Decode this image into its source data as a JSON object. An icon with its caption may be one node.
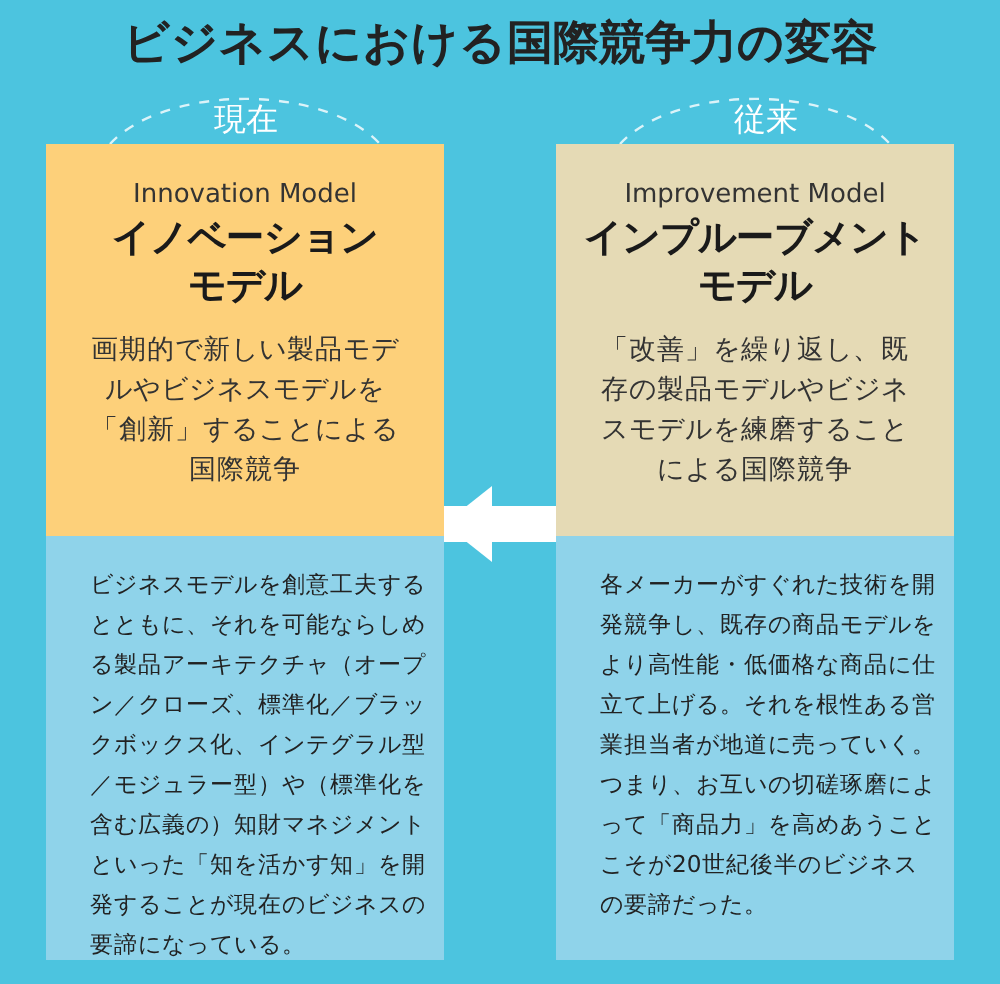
{
  "diagram": {
    "title": "ビジネスにおける国際競争力の変容",
    "nodes": [
      {
        "text": [
          "Innovation Model",
          "イノベーションモデル",
          "画期的で新しい製品モデルやビジネスモデルを「創新」することによる国際競争"
        ],
        "beside": [
          "現在"
        ]
      },
      {
        "text": [
          "ビジネスモデルを創意工夫するとともに、それを可能ならしめる製品アーキテクチャ（オープン／クローズ、標準化／ブラックボックス化、インテグラル型／モジュラー型）や（標準化を含む広義の）知財マネジメントといった「知を活かす知」を開発することが現在のビジネスの要諦になっている。"
        ]
      },
      {
        "text": [
          "Improvement Model",
          "インプルーブメントモデル",
          "「改善」を繰り返し、既存の製品モデルやビジネスモデルを練磨することによる国際競争"
        ],
        "beside": [
          "従来"
        ]
      },
      {
        "text": [
          "各メーカーがすぐれた技術を開発競争し、既存の商品モデルをより高性能・低価格な商品に仕立て上げる。それを根性ある営業担当者が地道に売っていく。つまり、お互いの切磋琢磨によって「商品力」を高めあうことこそが20世紀後半のビジネスの要諦だった。"
        ]
      }
    ],
    "edges": [
      {
        "from": 2,
        "to": 0,
        "arrow": "to"
      }
    ]
  }
}
